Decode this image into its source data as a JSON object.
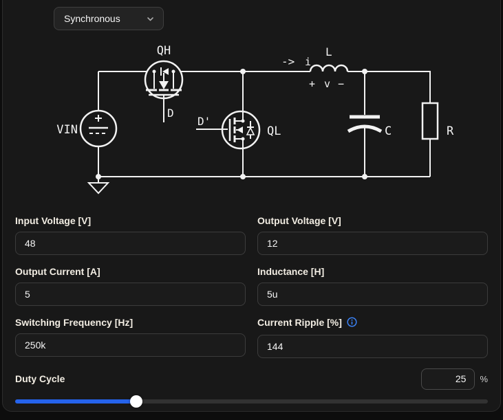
{
  "dropdown": {
    "value": "Synchronous"
  },
  "circuit": {
    "high_side_label": "QH",
    "high_side_gate_label": "D",
    "source_label": "VIN",
    "low_side_gate_label": "D'",
    "low_side_label": "QL",
    "inductor_label": "L",
    "current_arrow": "->",
    "current_label": "i",
    "volt_plus": "+",
    "volt_v": "v",
    "volt_minus": "−",
    "capacitor_label": "C",
    "resistor_label": "R"
  },
  "form": {
    "fields": [
      {
        "id": "input-voltage",
        "label": "Input Voltage [V]",
        "value": "48"
      },
      {
        "id": "output-voltage",
        "label": "Output Voltage [V]",
        "value": "12"
      },
      {
        "id": "output-current",
        "label": "Output Current [A]",
        "value": "5"
      },
      {
        "id": "inductance",
        "label": "Inductance [H]",
        "value": "5u"
      },
      {
        "id": "switching-frequency",
        "label": "Switching Frequency [Hz]",
        "value": "250k"
      },
      {
        "id": "current-ripple",
        "label": "Current Ripple [%]",
        "value": "144",
        "info_icon": "info-icon"
      }
    ]
  },
  "duty_cycle": {
    "label": "Duty Cycle",
    "value": "25",
    "unit": "%",
    "slider_percent": 25.6
  },
  "colors": {
    "accent_blue": "#2563eb",
    "info_blue": "#3b82f6",
    "card_bg": "#181818",
    "page_bg": "#0d0d0d",
    "wire": "#f2f2f2"
  }
}
